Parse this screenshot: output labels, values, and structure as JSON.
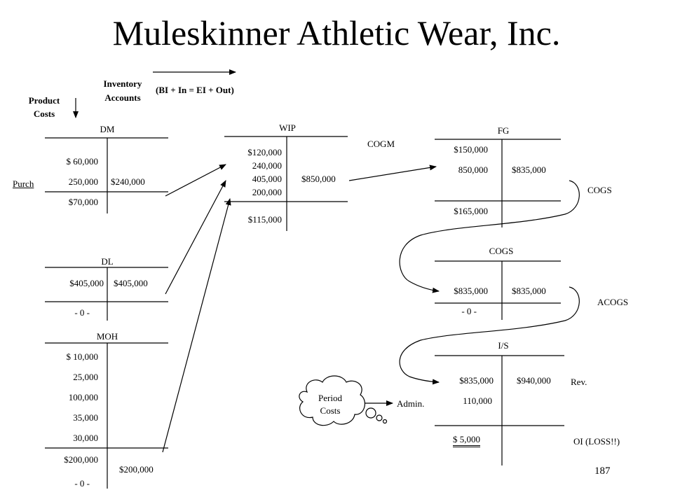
{
  "title": "Muleskinner Athletic Wear, Inc.",
  "header": {
    "inventory_label": [
      "Inventory",
      "Accounts"
    ],
    "formula": "(BI + In = EI + Out)",
    "product_label": [
      "Product",
      "Costs"
    ]
  },
  "accounts": {
    "dm": {
      "name": "DM",
      "debits": [
        "$  60,000",
        "250,000"
      ],
      "credit": "$240,000",
      "balance": "$70,000",
      "side_label": "Purch"
    },
    "dl": {
      "name": "DL",
      "debit": "$405,000",
      "credit": "$405,000",
      "balance": "- 0 -"
    },
    "moh": {
      "name": "MOH",
      "debits": [
        "$  10,000",
        "25,000",
        "100,000",
        "35,000",
        "30,000"
      ],
      "total": "$200,000",
      "credit": "$200,000",
      "balance": "- 0 -"
    },
    "wip": {
      "name": "WIP",
      "debits": [
        "$120,000",
        "240,000",
        "405,000",
        "200,000"
      ],
      "credit": "$850,000",
      "balance": "$115,000"
    },
    "fg": {
      "name": "FG",
      "debits": [
        "$150,000",
        "850,000"
      ],
      "credit": "$835,000",
      "balance": "$165,000"
    },
    "cogs": {
      "name": "COGS",
      "debit": "$835,000",
      "credit": "$835,000",
      "balance": "- 0 -"
    },
    "is": {
      "name": "I/S",
      "debits": [
        "$835,000",
        "110,000"
      ],
      "credit": "$940,000",
      "balance": "$  5,000"
    }
  },
  "flow_labels": {
    "cogm": "COGM",
    "cogs": "COGS",
    "acogs": "ACOGS",
    "rev": "Rev.",
    "admin": "Admin.",
    "oi": "OI (LOSS!!)"
  },
  "period_costs": [
    "Period",
    "Costs"
  ],
  "page_number": "187"
}
